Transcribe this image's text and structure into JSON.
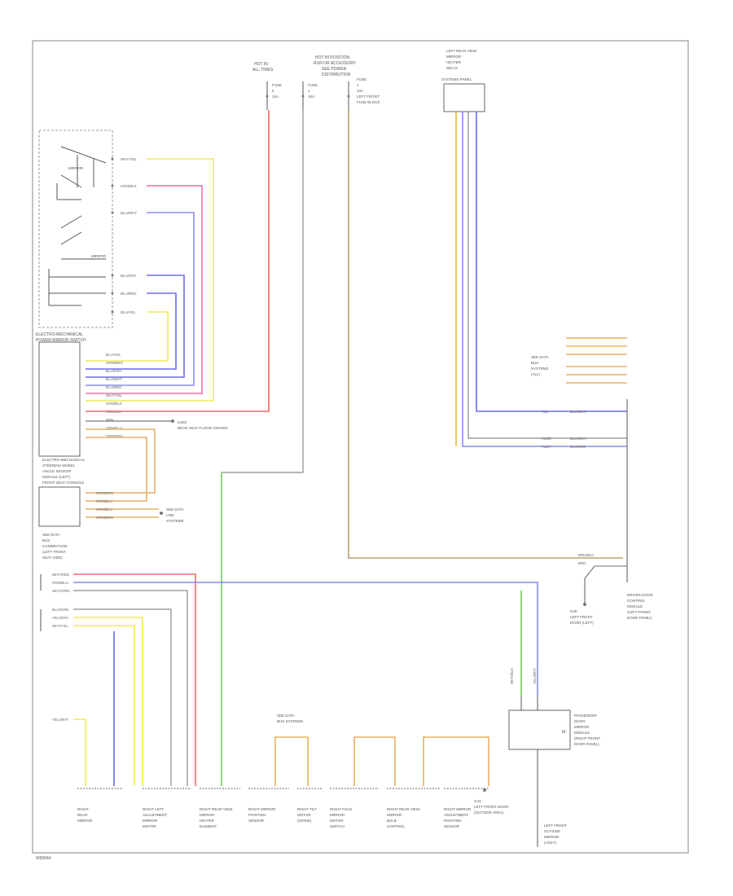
{
  "colors": {
    "frame": "#9a9a9a",
    "pink": "#f06ea8",
    "red": "#ee6b6b",
    "yellow": "#f0ea5a",
    "violet": "#8a8af0",
    "blue": "#6b6bf0",
    "green": "#6fcf4f",
    "tan": "#b8a070",
    "orange": "#e8b060",
    "gray": "#8a8a8a"
  },
  "top_labels": {
    "hot_a": [
      "HOT IN",
      "ALL TIMES"
    ],
    "hot_b": [
      "HOT IN POSITION",
      "RUN OR ACCESSORY",
      "SEE POWER",
      "DISTRIBUTION"
    ],
    "fuse_a": [
      "FUSE",
      "5",
      "10A"
    ],
    "fuse_b": [
      "FUSE",
      "1",
      "10A"
    ],
    "fuse_c": [
      "FUSE",
      "1",
      "10A",
      "LEFT FRONT",
      "FUSE BLOCK"
    ],
    "top_right_box": [
      "LEFT REAR VIEW",
      "MIRROR",
      "HEATER",
      "RELAY",
      "SYSTEMS PANEL"
    ]
  },
  "left_module": {
    "title": [
      "ELECTRO-MECHANICAL",
      "POWER MIRROR SWITCH"
    ],
    "upper_wires": [
      "WHT/YEL",
      "GRN/BLK",
      "BLU/WHT",
      "BLU/GRY",
      "BLU/RED",
      "BLU/YEL"
    ],
    "upper_labels": [
      "MIRROR",
      "MIRROR"
    ],
    "pin_wires": [
      "BLU/YEL",
      "GRN/BRN",
      "BLU/GRY",
      "BLU/WHT",
      "BLU/RED",
      "WHT/YEL",
      "GRN/BLK",
      "RED/BLK",
      "BRN",
      "ORN/BLU",
      "ORN/BRN"
    ],
    "ground_label": [
      "G403",
      "REAR SEAT FLOOR CENTER"
    ],
    "module2_title": [
      "ELECTRO-MECHANICAL",
      "STEERING WHEEL",
      "ANGLE SENSOR",
      "MODULE (LEFT)",
      "FRONT SEAT CONSOLE"
    ],
    "module2_pins": [
      "ORN/BRN",
      "ORN/BLU",
      "ORN/BLU",
      "ORN/BRN"
    ],
    "module2_side": [
      "SEE DATA",
      "LINK",
      "SYSTEMS"
    ],
    "bottom_title": [
      "SEE DATA",
      "BUS",
      "CONNECTION",
      "(LEFT FRONT",
      "SEAT SIDE)"
    ]
  },
  "mid_wires": [
    "WHT/RED",
    "ORN/BLU",
    "WHT/GRN",
    "BLU/GRN",
    "YEL/GRN",
    "WHT/YEL"
  ],
  "right_module": {
    "top_group_label": [
      "SEE DATA",
      "BUS",
      "SYSTEMS",
      "(ALL)"
    ],
    "wire_labels": [
      "BLU/WHT",
      "BLU/GRY",
      "BLU/RED",
      "BRN/BLK",
      "BRN"
    ],
    "left_codes": [
      "T13",
      "T13/6",
      "T13/7"
    ],
    "title": [
      "DRIVER DOOR",
      "CONTROL",
      "MODULE",
      "(LEFT FRONT",
      "DOOR PANEL)"
    ],
    "ground": [
      "G45",
      "LEFT FRONT",
      "DOOR (LEFT)"
    ]
  },
  "mirror_module": {
    "title": [
      "PASSENGER",
      "DOOR",
      "MIRROR",
      "MODULE",
      "(RIGHT FRONT",
      "DOOR PANEL)"
    ],
    "wire_labels": [
      "WHT/BLK",
      "YEL/WHT"
    ],
    "code": "M",
    "bottom": [
      "LEFT FRONT",
      "OUTSIDE",
      "MIRROR",
      "(ASSY)"
    ]
  },
  "bottom_row": {
    "pink_wire": "YEL/WHT",
    "components": [
      {
        "id": "c1",
        "label": [
          "RIGHT",
          "REAR",
          "MIRROR"
        ]
      },
      {
        "id": "c2",
        "label": [
          "RIGHT LEFT",
          "ADJUSTMENT",
          "MIRROR",
          "MOTOR"
        ]
      },
      {
        "id": "c3",
        "label": [
          "RIGHT REAR VIEW",
          "MIRROR",
          "HEATER",
          "ELEMENT"
        ]
      },
      {
        "id": "c4",
        "label": [
          "RIGHT MIRROR",
          "POSITION",
          "SENSOR"
        ]
      },
      {
        "id": "c5",
        "label": [
          "RIGHT TILT",
          "MOTOR",
          "(DIODE)"
        ]
      },
      {
        "id": "c6",
        "label": [
          "RIGHT FOLD",
          "MIRROR",
          "MOTOR",
          "SWITCH"
        ]
      },
      {
        "id": "c7",
        "label": [
          "RIGHT REAR VIEW",
          "MIRROR",
          "BULB",
          "CONTROL"
        ]
      },
      {
        "id": "c8",
        "label": [
          "RIGHT MIRROR",
          "ADJUSTMENT",
          "POSITION",
          "SENSOR"
        ]
      }
    ],
    "fuse_label": [
      "SEE DATA",
      "BUS SYSTEMS"
    ],
    "ground_label": [
      "G43",
      "LEFT FRONT DOOR",
      "(OUTSIDE AREA)"
    ]
  },
  "footer": "W50044"
}
